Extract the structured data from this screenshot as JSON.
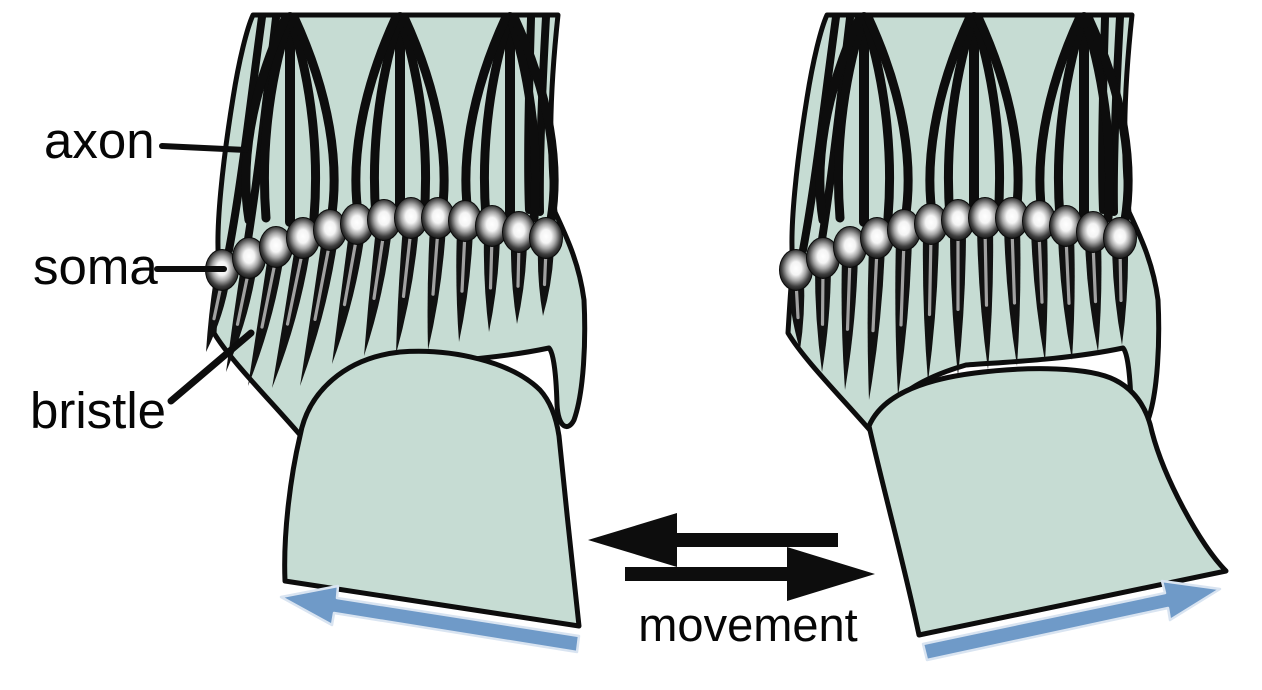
{
  "labels": {
    "axon": "axon",
    "soma": "soma",
    "bristle": "bristle"
  },
  "movement_indicator": {
    "label": "movement",
    "icons": [
      "black-arrow-left-icon",
      "black-arrow-right-icon"
    ]
  },
  "figures": {
    "left": {
      "motion_arrow_icon": "blue-arrow-left-icon"
    },
    "right": {
      "motion_arrow_icon": "blue-arrow-right-icon"
    }
  },
  "colors": {
    "segment_fill": "#c6dcd3",
    "outline": "#0d0d0d",
    "bristle": "#111111",
    "soma_core": "#ffffff",
    "soma_edge": "#161616",
    "blue_arrow": "#6f9ac8",
    "blue_arrow_border": "#d9e4f1",
    "text": "#060606",
    "background": "#ffffff"
  }
}
